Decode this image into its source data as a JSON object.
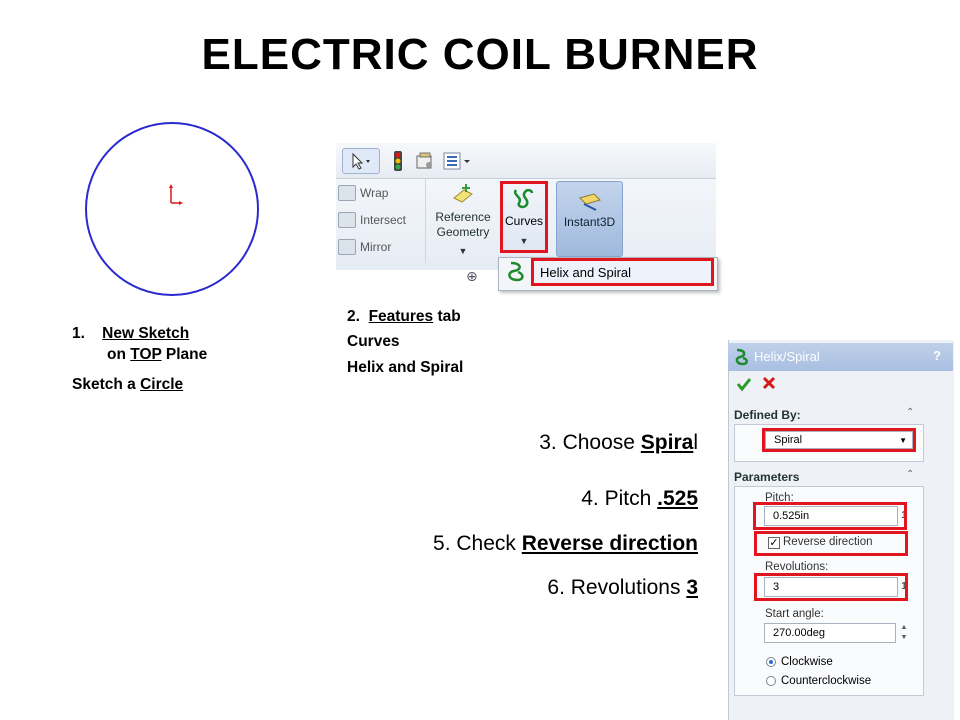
{
  "title": "ELECTRIC COIL BURNER",
  "step1": {
    "number": "1.",
    "line1": "New Sketch",
    "line2_prefix": "on ",
    "line2_plane": "TOP",
    "line2_suffix": " Plane",
    "line3_prefix": "Sketch a ",
    "line3_shape": "Circle"
  },
  "step2": {
    "line1_number": "2.",
    "line1_tab": "Features",
    "line1_suffix": " tab",
    "line2": "Curves",
    "line3": "Helix and Spiral"
  },
  "ribbon": {
    "wrap": "Wrap",
    "intersect": "Intersect",
    "mirror": "Mirror",
    "reference_geometry_line1": "Reference",
    "reference_geometry_line2": "Geometry",
    "curves": "Curves",
    "instant3d": "Instant3D",
    "helix_and_spiral": "Helix and Spiral"
  },
  "property_manager": {
    "title": "Helix/Spiral",
    "help": "?",
    "defined_by_title": "Defined By:",
    "defined_by_value": "Spiral",
    "parameters_title": "Parameters",
    "pitch_label": "Pitch:",
    "pitch_value": "0.525in",
    "reverse_direction": "Reverse direction",
    "revolutions_label": "Revolutions:",
    "revolutions_value": "3",
    "start_angle_label": "Start angle:",
    "start_angle_value": "270.00deg",
    "clockwise": "Clockwise",
    "counterclockwise": "Counterclockwise",
    "spin_value": "1"
  },
  "steps": {
    "s3_prefix": "3.  Choose ",
    "s3_value": "Spira",
    "s3_tail": "l",
    "s4_prefix": "4.  Pitch ",
    "s4_value": ".525",
    "s5_prefix": "5.  Check ",
    "s5_value": "Reverse direction",
    "s6_prefix": "6.  Revolutions ",
    "s6_value": "3"
  },
  "colors": {
    "highlight_red": "#e0151d",
    "circle_blue": "#2a2ad0"
  }
}
